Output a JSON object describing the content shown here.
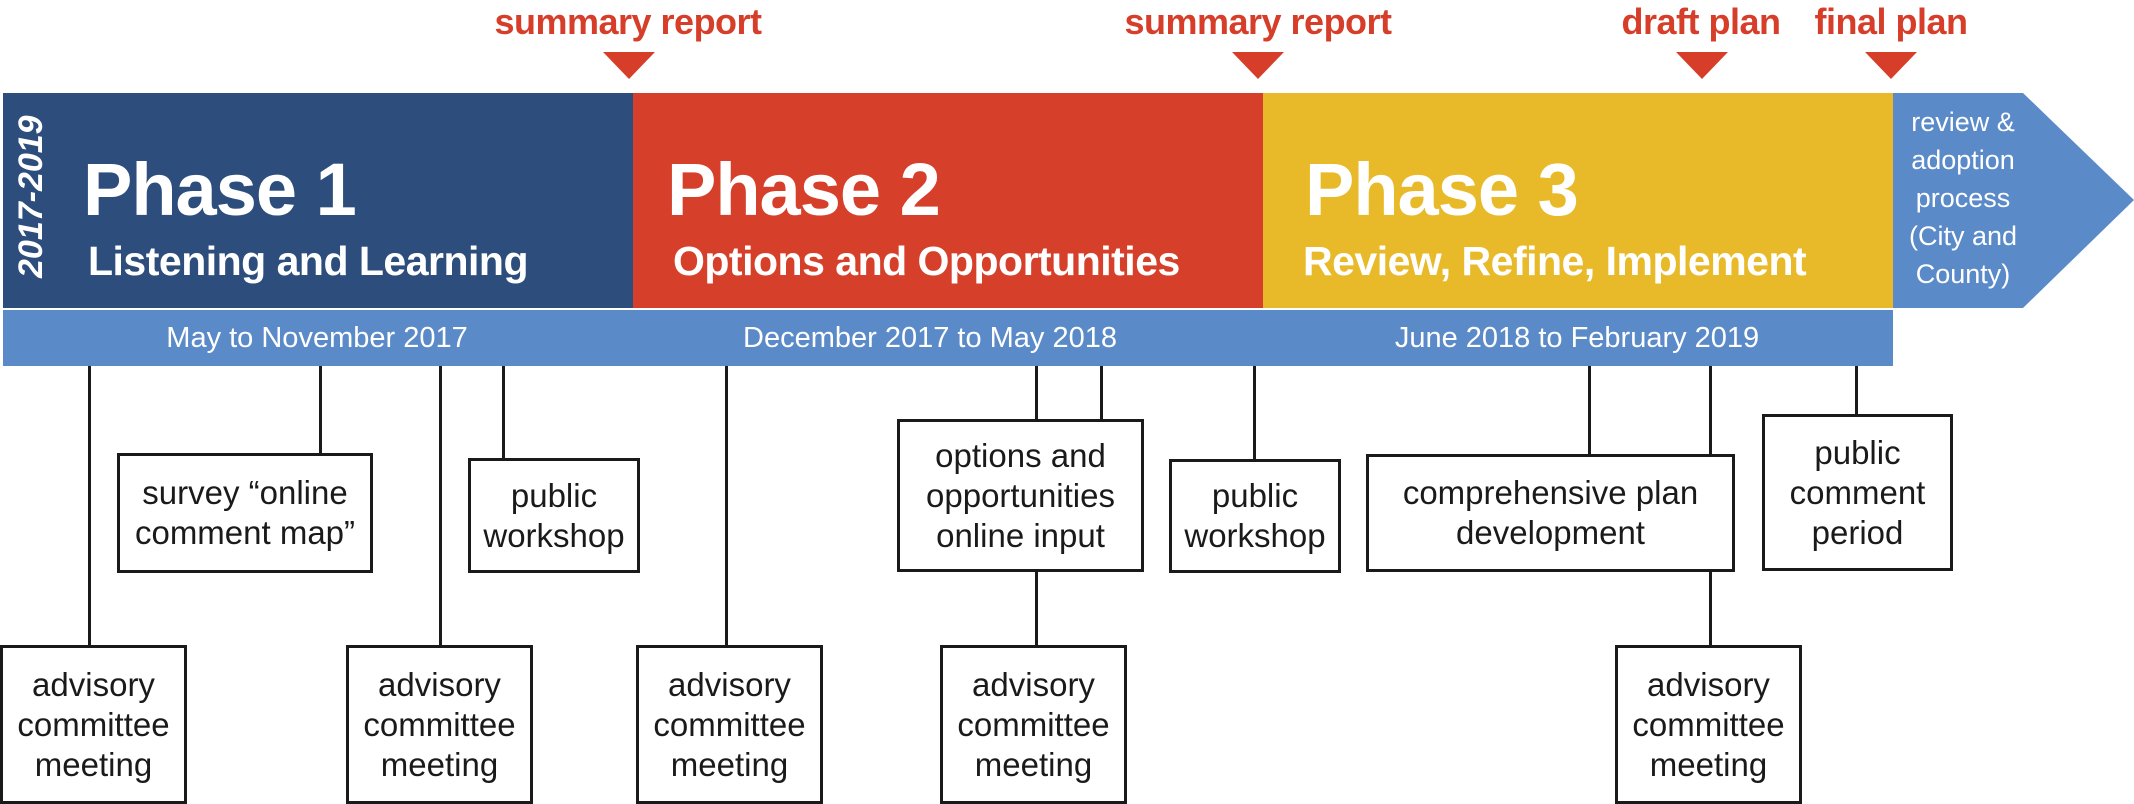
{
  "milestones": {
    "summary_report_1": "summary report",
    "summary_report_2": "summary report",
    "draft_plan": "draft plan",
    "final_plan": "final plan"
  },
  "years_label": "2017-2019",
  "phases": [
    {
      "title": "Phase 1",
      "subtitle": "Listening and Learning",
      "dates": "May to November 2017",
      "color": "#2d4e7c"
    },
    {
      "title": "Phase 2",
      "subtitle": "Options and Opportunities",
      "dates": "December 2017 to May 2018",
      "color": "#d6402b"
    },
    {
      "title": "Phase 3",
      "subtitle": "Review, Refine, Implement",
      "dates": "June 2018 to February 2019",
      "color": "#e8b928"
    }
  ],
  "arrow_text": "review &\nadoption\nprocess\n(City and\nCounty)",
  "colors": {
    "milestone": "#d63e2a",
    "date_bar": "#5b8ac9",
    "arrow": "#5b8ac9"
  },
  "activities": {
    "advisory_1": "advisory\ncommittee\nmeeting",
    "survey": "survey “online\ncomment map”",
    "advisory_2": "advisory\ncommittee\nmeeting",
    "workshop_1": "public\nworkshop",
    "advisory_3": "advisory\ncommittee\nmeeting",
    "options_input": "options and\nopportunities\nonline input",
    "advisory_4": "advisory\ncommittee\nmeeting",
    "workshop_2": "public\nworkshop",
    "plan_dev": "comprehensive plan\ndevelopment",
    "advisory_5": "advisory\ncommittee\nmeeting",
    "comment_period": "public\ncomment\nperiod"
  }
}
